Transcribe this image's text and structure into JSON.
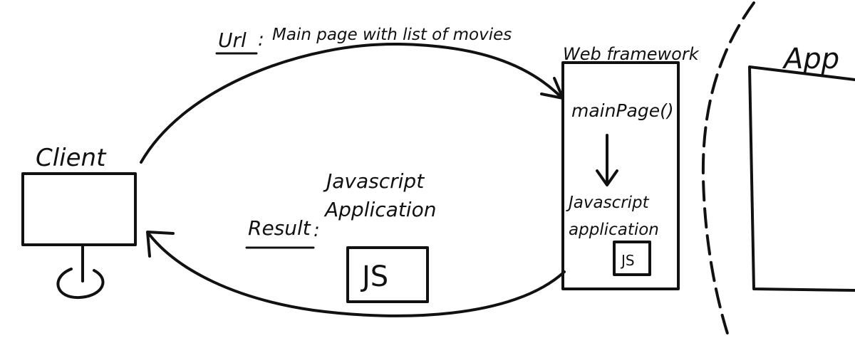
{
  "client": {
    "label": "Client"
  },
  "request": {
    "prefix": "Url",
    "text": "Main page with list of movies"
  },
  "result": {
    "prefix": "Result",
    "line1": "Javascript",
    "line2": "Application",
    "js_badge": "JS"
  },
  "framework": {
    "title": "Web framework",
    "method": "mainPage()",
    "output_line1": "Javascript",
    "output_line2": "application",
    "js_badge": "JS"
  },
  "app": {
    "label": "App"
  }
}
